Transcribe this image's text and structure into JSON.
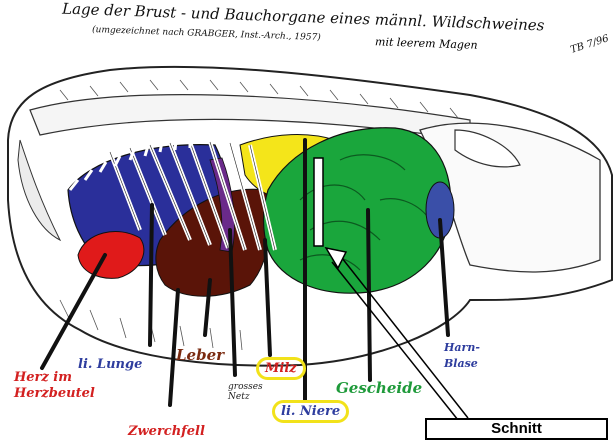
{
  "header": {
    "title": "Lage der Brust - und Bauchorgane eines männl. Wildschweines",
    "subtitle": "(umgezeichnet nach GRABGER, Inst.-Arch., 1957)",
    "title_suffix": "mit leerem Magen",
    "signature": "TB 7/96"
  },
  "labels": {
    "herz": "Herz im Herzbeutel",
    "lunge": "li. Lunge",
    "zwerchfell": "Zwerchfell",
    "leber": "Leber",
    "grosses_netz": "grosses Netz",
    "milz": "Milz",
    "niere": "li. Niere",
    "gescheide": "Gescheide",
    "harnblase": "Harn-Blase",
    "schnitt": "Schnitt"
  },
  "colors": {
    "lunge": "#2a2f9a",
    "herz": "#e01a1a",
    "leber": "#5a1408",
    "magen_gelb": "#f4e51a",
    "gescheide": "#1aa63c",
    "harnblase": "#3a4fa8",
    "highlight": "#f2e21a"
  }
}
